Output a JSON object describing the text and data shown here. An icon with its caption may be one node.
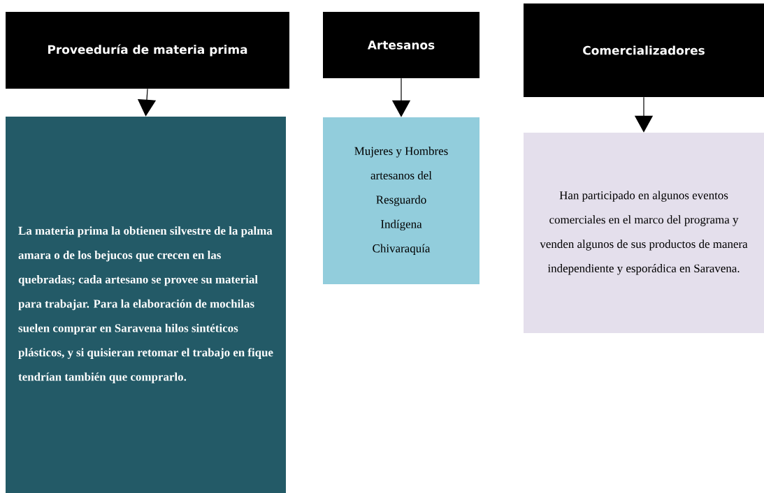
{
  "diagram": {
    "nodes": [
      {
        "text": [
          "Proveeduría de materia prima"
        ]
      },
      {
        "text": [
          "La materia prima la obtienen silvestre de la palma amara o de los bejucos que crecen en las quebradas; cada artesano se provee su material para trabajar. Para la elaboración de mochilas suelen comprar en Saravena hilos sintéticos plásticos, y si quisieran retomar el trabajo en fique tendrían también que comprarlo."
        ]
      },
      {
        "text": [
          "Artesanos"
        ]
      },
      {
        "text": [
          "Mujeres y Hombres artesanos del Resguardo Indígena Chivaraquía"
        ]
      },
      {
        "text": [
          "Comercializadores"
        ]
      },
      {
        "text": [
          "Han participado en algunos eventos comerciales en el marco del programa y venden algunos de sus productos de manera independiente y esporádica en Saravena."
        ]
      }
    ],
    "edges": [
      {
        "from": 0,
        "to": 1,
        "arrow": "to"
      },
      {
        "from": 2,
        "to": 3,
        "arrow": "to"
      },
      {
        "from": 4,
        "to": 5,
        "arrow": "to"
      }
    ]
  }
}
